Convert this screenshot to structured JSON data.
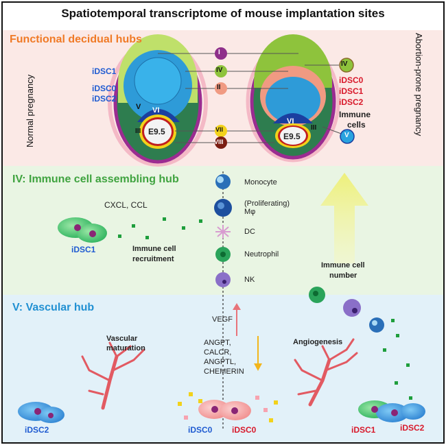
{
  "title": "Spatiotemporal transcriptome of mouse implantation sites",
  "top_panel": {
    "heading": "Functional decidual hubs",
    "left_side_label": "Normal pregnancy",
    "right_side_label": "Abortion-prone pregnancy",
    "embryo_label": "E9.5",
    "hub_numerals": [
      "I",
      "IV",
      "II",
      "VII",
      "VIII"
    ],
    "inner_numerals": {
      "v": "V",
      "vi": "VI",
      "iii": "III"
    },
    "left_cells": {
      "dsc1": "iDSC1",
      "dsc0": "iDSC0",
      "dsc2": "iDSC2"
    },
    "right_legend": {
      "iv": "IV",
      "dsc0": "iDSC0",
      "dsc1": "iDSC1",
      "dsc2": "iDSC2",
      "immune": "Immune",
      "cells": "cells",
      "v": "V"
    },
    "colors": {
      "I": "#8e2f8a",
      "IV": "#8ec33c",
      "II": "#f09a82",
      "VII": "#f2d21b",
      "VIII": "#7a1d12",
      "V": "#29a3df"
    }
  },
  "hub_iv": {
    "heading": "IV: Immune cell assembling hub",
    "chemokines": "CXCL, CCL",
    "source_cell": "iDSC1",
    "recruitment_l1": "Immune cell",
    "recruitment_l2": "recruitment",
    "immune_cells": [
      "Monocyte",
      "(Proliferating)",
      "Mφ",
      "DC",
      "Neutrophil",
      "NK"
    ],
    "number_l1": "Immune cell",
    "number_l2": "number"
  },
  "hub_v": {
    "heading": "V: Vascular hub",
    "vegf": "VEGF",
    "factors": [
      "ANGPT,",
      "CALCR,",
      "ANGPTL,",
      "CHEMERIN"
    ],
    "maturation_l1": "Vascular",
    "maturation_l2": "maturation",
    "angiogenesis": "Angiogenesis",
    "bottom_labels": {
      "left_dsc2": "iDSC2",
      "mid_dsc0_blue": "iDSC0",
      "mid_dsc0_red": "iDSC0",
      "right_dsc1": "iDSC1",
      "right_dsc2": "iDSC2"
    }
  }
}
